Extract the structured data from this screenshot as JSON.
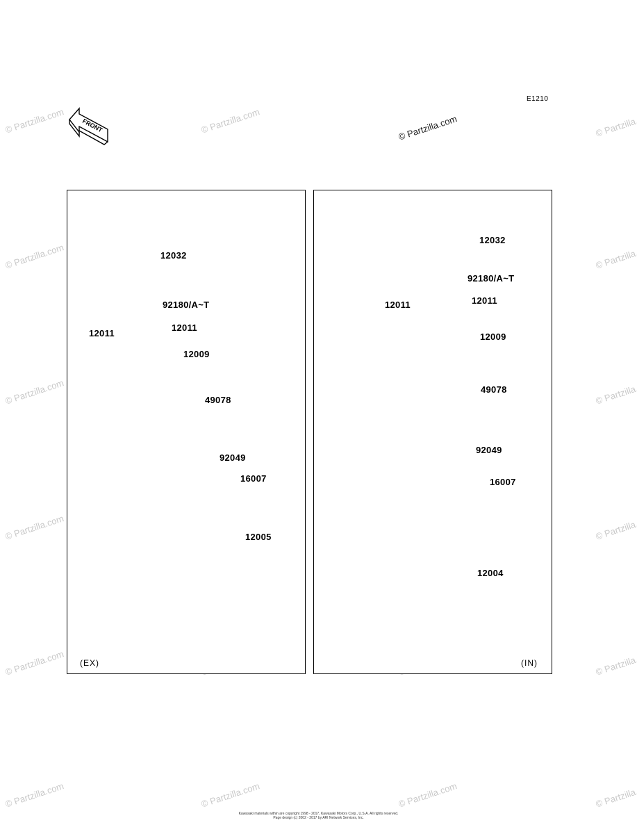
{
  "header": {
    "page_code": "E1210",
    "front_label": "FRONT",
    "watermark": "© Partzilla.com"
  },
  "panels": {
    "exhaust": {
      "label": "(EX)",
      "parts": {
        "tappet": "12032",
        "shim": "92180/A~T",
        "cotter_right": "12011",
        "cotter_left": "12011",
        "retainer": "12009",
        "spring": "49078",
        "stem_seal": "92049",
        "spring_seat": "16007",
        "valve": "12005"
      }
    },
    "intake": {
      "label": "(IN)",
      "parts": {
        "tappet": "12032",
        "shim": "92180/A~T",
        "cotter_left": "12011",
        "cotter_right": "12011",
        "retainer": "12009",
        "spring": "49078",
        "stem_seal": "92049",
        "spring_seat": "16007",
        "valve": "12004"
      }
    }
  },
  "footer": {
    "copyright_line1": "Kawasaki materials within are copyright 1998 - 2017, Kawasaki Motors Corp., U.S.A. All rights reserved.",
    "copyright_line2": "Page design (c) 2002 - 2017 by ARI Network Services, Inc."
  }
}
